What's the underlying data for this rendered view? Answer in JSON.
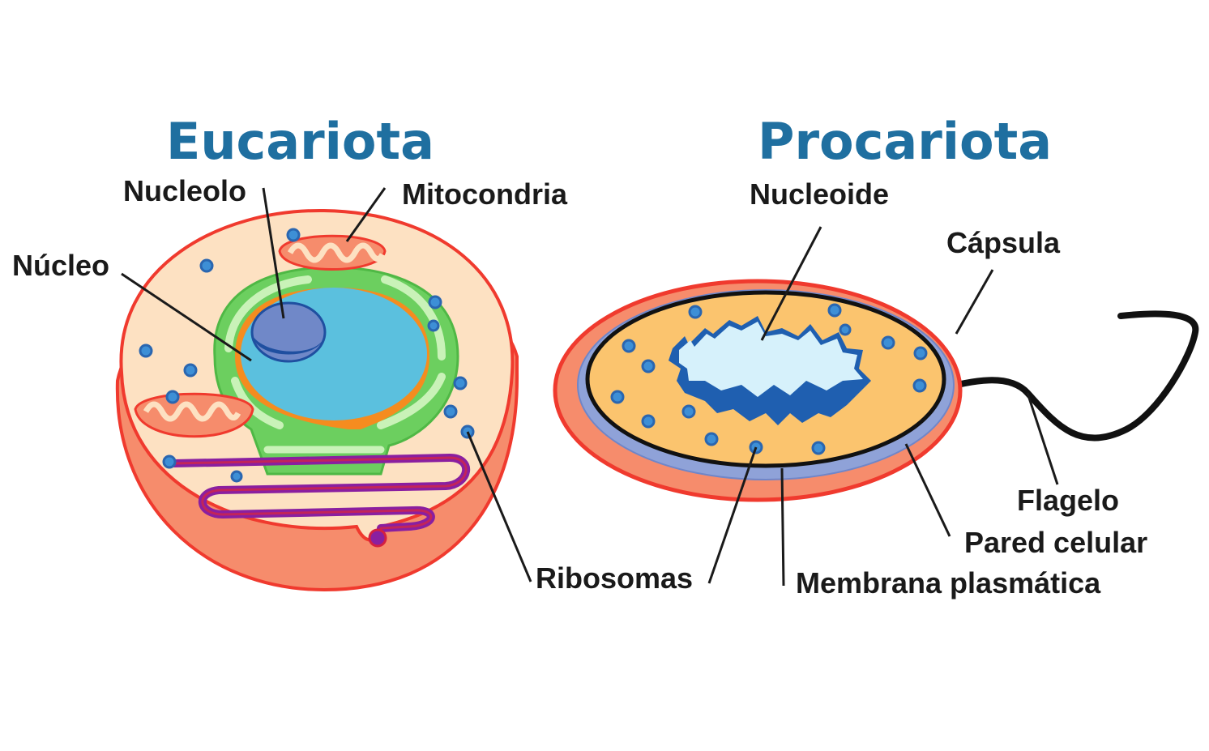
{
  "eukaryote": {
    "title": "Eucariota",
    "labels": {
      "nucleolus": "Nucleolo",
      "mitochondria": "Mitocondria",
      "nucleus": "Núcleo",
      "ribosomes": "Ribosomas"
    }
  },
  "prokaryote": {
    "title": "Procariota",
    "labels": {
      "nucleoid": "Nucleoide",
      "capsule": "Cápsula",
      "flagellum": "Flagelo",
      "cell_wall": "Pared celular",
      "plasma_membrane": "Membrana plasmática"
    }
  },
  "colors": {
    "title": "#1f6fa0",
    "membrane_red": "#f03a2e",
    "cytoplasm_euk": "#fde1c2",
    "cytoplasm_pro": "#fbc46e",
    "nucleus": "#5bc0de",
    "er_green": "#6ccf5f",
    "golgi_purple": "#8a1fa0"
  }
}
